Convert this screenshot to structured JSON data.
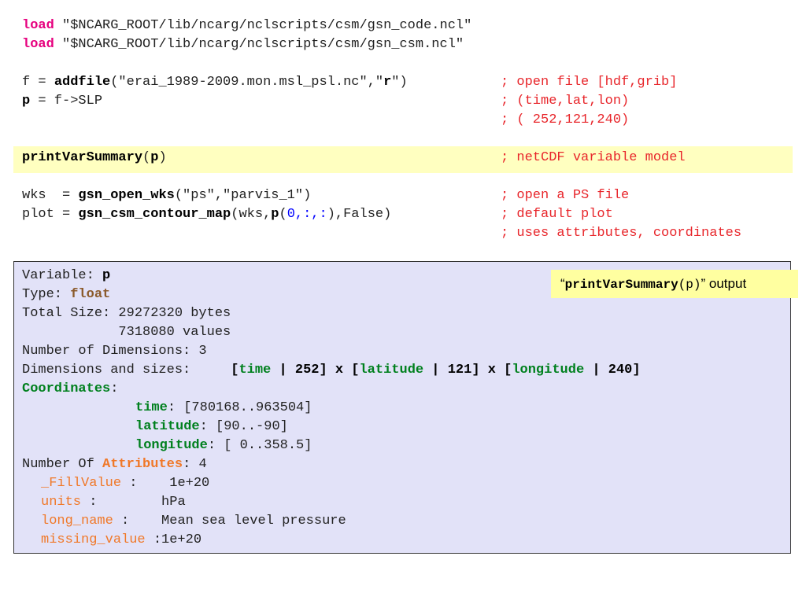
{
  "code": {
    "load_kw": "load",
    "load1_path": " \"$NCARG_ROOT/lib/ncarg/nclscripts/csm/gsn_code.ncl\"",
    "load2_path": " \"$NCARG_ROOT/lib/ncarg/nclscripts/csm/gsn_csm.ncl\"",
    "f_assign": "f = ",
    "addfile_fn": "addfile",
    "addfile_args_a": "(\"erai_1989-2009.mon.msl_psl.nc\",\"",
    "addfile_mode": "r",
    "addfile_args_b": "\")",
    "addfile_comment": "; open file [hdf,grib]",
    "p_var": "p",
    "p_assign_rest": " = f->SLP",
    "p_comment": "; (time,lat,lon)",
    "dims_comment": "; ( 252,121,240)",
    "summary_fn": "printVarSummary",
    "summary_open": "(",
    "summary_arg": "p",
    "summary_close": ")",
    "summary_comment": "; netCDF variable model",
    "wks_assign": "wks  = ",
    "open_wks_fn": "gsn_open_wks",
    "open_wks_args": "(\"ps\",\"parvis_1\")",
    "open_wks_comment": "; open a PS file",
    "plot_assign": "plot = ",
    "contour_fn": "gsn_csm_contour_map",
    "contour_args_a": "(wks,",
    "contour_p": "p",
    "contour_paren": "(",
    "contour_idx": "0,:,:",
    "contour_args_b": "),False)",
    "contour_comment": "; default plot",
    "uses_comment": "; uses attributes, coordinates"
  },
  "output": {
    "callout_open": "“",
    "callout_fn": "printVarSummary",
    "callout_arg": "(p)",
    "callout_close": "” output",
    "variable_label": "Variable: ",
    "variable_value": "p",
    "type_label": "Type: ",
    "type_value": "float",
    "total_size": "Total Size: 29272320 bytes",
    "values": "            7318080 values",
    "num_dims": "Number of Dimensions: 3",
    "dims_label": "Dimensions and sizes:     ",
    "dims_b1": "[",
    "dims_time": "time",
    "dims_t_sz": " | 252] x [",
    "dims_lat": "latitude",
    "dims_lat_sz": " | 121] x [",
    "dims_lon": "longitude",
    "dims_lon_sz": " | 240]",
    "coords_label": "Coordinates",
    "coords_colon": ":",
    "coord_time_name": "time",
    "coord_time_range": ": [780168..963504]",
    "coord_lat_name": "latitude",
    "coord_lat_range": ": [90..-90]",
    "coord_lon_name": "longitude",
    "coord_lon_range": ": [ 0..358.5]",
    "attrs_prefix": "Number Of ",
    "attrs_word": "Attributes",
    "attrs_suffix": ": 4",
    "attributes": [
      {
        "name": "_FillValue",
        "sep": " :    ",
        "value": "1e+20"
      },
      {
        "name": "units",
        "sep": " :        ",
        "value": "hPa"
      },
      {
        "name": "long_name",
        "sep": " :    ",
        "value": "Mean sea level pressure"
      },
      {
        "name": "missing_value",
        "sep": " :",
        "value": "1e+20"
      }
    ]
  }
}
